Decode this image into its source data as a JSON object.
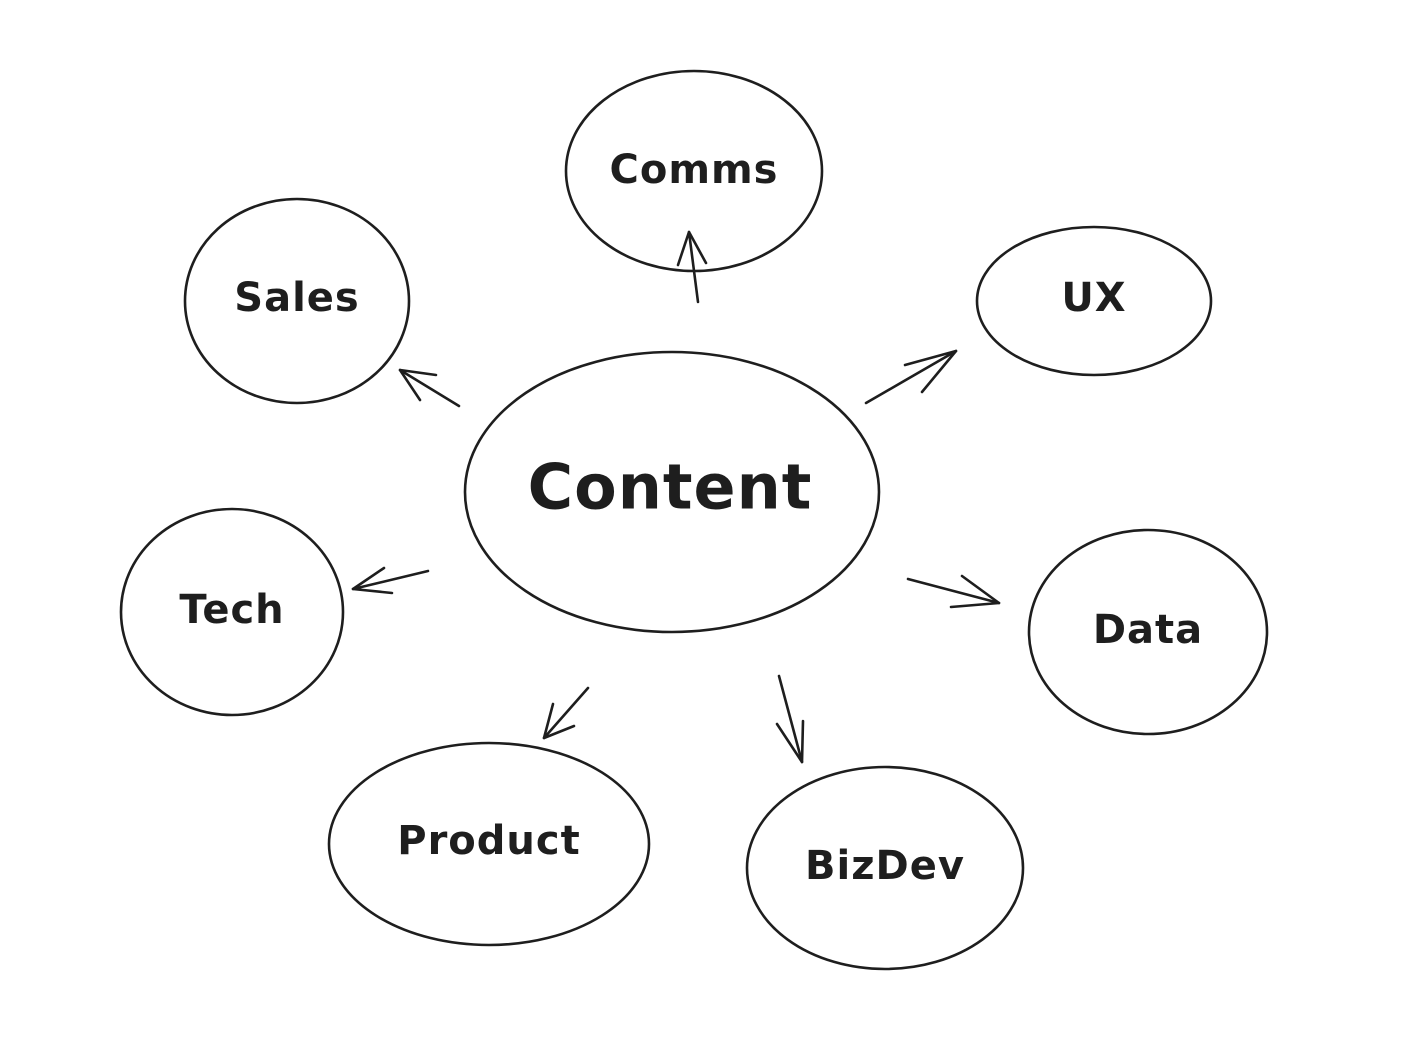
{
  "diagram": {
    "center": {
      "label": "Content"
    },
    "nodes": [
      {
        "id": "comms",
        "label": "Comms"
      },
      {
        "id": "sales",
        "label": "Sales"
      },
      {
        "id": "ux",
        "label": "UX"
      },
      {
        "id": "tech",
        "label": "Tech"
      },
      {
        "id": "data",
        "label": "Data"
      },
      {
        "id": "product",
        "label": "Product"
      },
      {
        "id": "bizdev",
        "label": "BizDev"
      }
    ],
    "edges": [
      {
        "from": "content",
        "to": "comms"
      },
      {
        "from": "content",
        "to": "sales"
      },
      {
        "from": "content",
        "to": "ux"
      },
      {
        "from": "content",
        "to": "tech"
      },
      {
        "from": "content",
        "to": "data"
      },
      {
        "from": "content",
        "to": "product"
      },
      {
        "from": "content",
        "to": "bizdev"
      }
    ],
    "colors": {
      "stroke": "#1e1e1e",
      "background": "#ffffff"
    }
  }
}
